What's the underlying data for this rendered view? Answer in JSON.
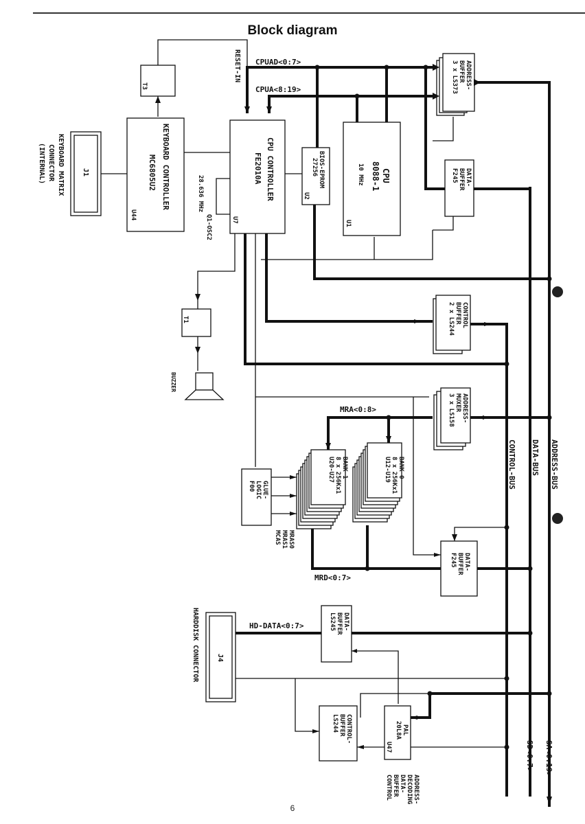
{
  "page": {
    "title": "Block diagram",
    "page_number": "6"
  },
  "blocks": {
    "keyboard_connector": {
      "id": "J1",
      "caption": [
        "KEYBOARD MATRIX",
        "CONNECTOR",
        "(INTERNAL)"
      ]
    },
    "keyboard_controller": {
      "title": "KEYBOARD CONTROLLER",
      "part": "MC6805U2",
      "ref": "U44"
    },
    "transistor_t3": {
      "ref": "T3"
    },
    "cpu_controller": {
      "title": "CPU CONTROLLER",
      "part": "FE2010A",
      "ref": "U7"
    },
    "oscillator": {
      "freq": "28.636 MHz",
      "ref": "Q1-OSC2"
    },
    "bios_eprom": {
      "title": "BIOS-EPROM",
      "part": "27256",
      "ref": "U2"
    },
    "cpu": {
      "title": "CPU",
      "part": "8088-1",
      "freq": "10 MHz",
      "ref": "U1"
    },
    "address_buffer": {
      "lines": [
        "ADDRESS-",
        "BUFFER",
        "3 x LS373"
      ]
    },
    "data_buffer_top": {
      "lines": [
        "DATA-",
        "BUFFER",
        "F245"
      ]
    },
    "transistor_t1": {
      "ref": "T1"
    },
    "buzzer": {
      "label": "BUZZER"
    },
    "control_buffer_top": {
      "lines": [
        "CONTROL",
        "BUFFER",
        "2 x LS244"
      ]
    },
    "address_muxer": {
      "lines": [
        "ADDRESS-",
        "MUXER",
        "3 x LS158"
      ]
    },
    "glue_logic": {
      "lines": [
        "GLUE-",
        "LOGIC",
        "F00"
      ],
      "signals": [
        "MRAS0",
        "MRAS1",
        "MCAS"
      ]
    },
    "bank1": {
      "lines": [
        "BANK 1",
        "8 x 256Kx1",
        "U20-U27"
      ]
    },
    "bank0": {
      "lines": [
        "BANK 0",
        "8 x 256Kx1",
        "U12-U19"
      ]
    },
    "data_buffer_mid": {
      "lines": [
        "DATA-",
        "BUFFER",
        "F245"
      ]
    },
    "harddisk_connector": {
      "id": "J4",
      "caption": "HARDDISK CONNECTOR"
    },
    "data_buffer_hd": {
      "lines": [
        "DATA-",
        "BUFFER",
        "LS245"
      ]
    },
    "control_buffer_hd": {
      "lines": [
        "CONTROL-",
        "BUFFER",
        "LS244"
      ]
    },
    "pal": {
      "lines": [
        "PAL",
        "20L8A"
      ],
      "ref": "U47",
      "notes": [
        "ADDRESS-",
        "DECODING",
        "DATA-",
        "BUFFER",
        "CONTROL"
      ]
    }
  },
  "signals": {
    "reset": "RESET-IN",
    "cpuad": "CPUAD<0:7>",
    "cpua": "CPUA<8:19>",
    "mra": "MRA<0:8>",
    "mrd": "MRD<0:7>",
    "hd_data": "HD-DATA<0:7>",
    "sd": "SD<0:7>",
    "sa": "SA<0:19>"
  },
  "buses": {
    "address": "ADDRESS-BUS",
    "data": "DATA-BUS",
    "control": "CONTROL-BUS"
  },
  "colors": {
    "ink": "#111111",
    "paper": "#ffffff"
  }
}
